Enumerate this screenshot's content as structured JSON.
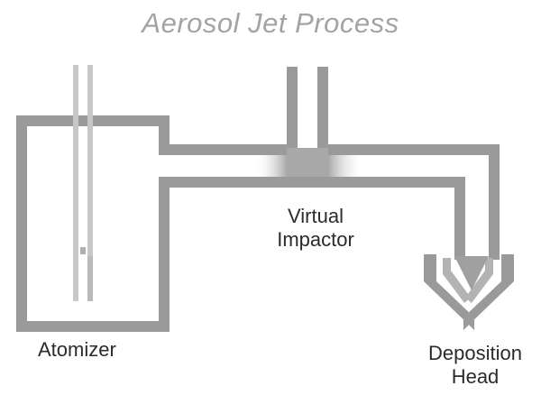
{
  "title": "Aerosol Jet Process",
  "labels": {
    "atomizer": "Atomizer",
    "virtual_impactor_line1": "Virtual",
    "virtual_impactor_line2": "Impactor",
    "deposition_head_line1": "Deposition",
    "deposition_head_line2": "Head"
  },
  "colors": {
    "pipe": "#9a9a9a",
    "tube": "#c7c7c7",
    "title": "#a3a3a3",
    "text": "#2b2b2b",
    "background": "#ffffff"
  }
}
